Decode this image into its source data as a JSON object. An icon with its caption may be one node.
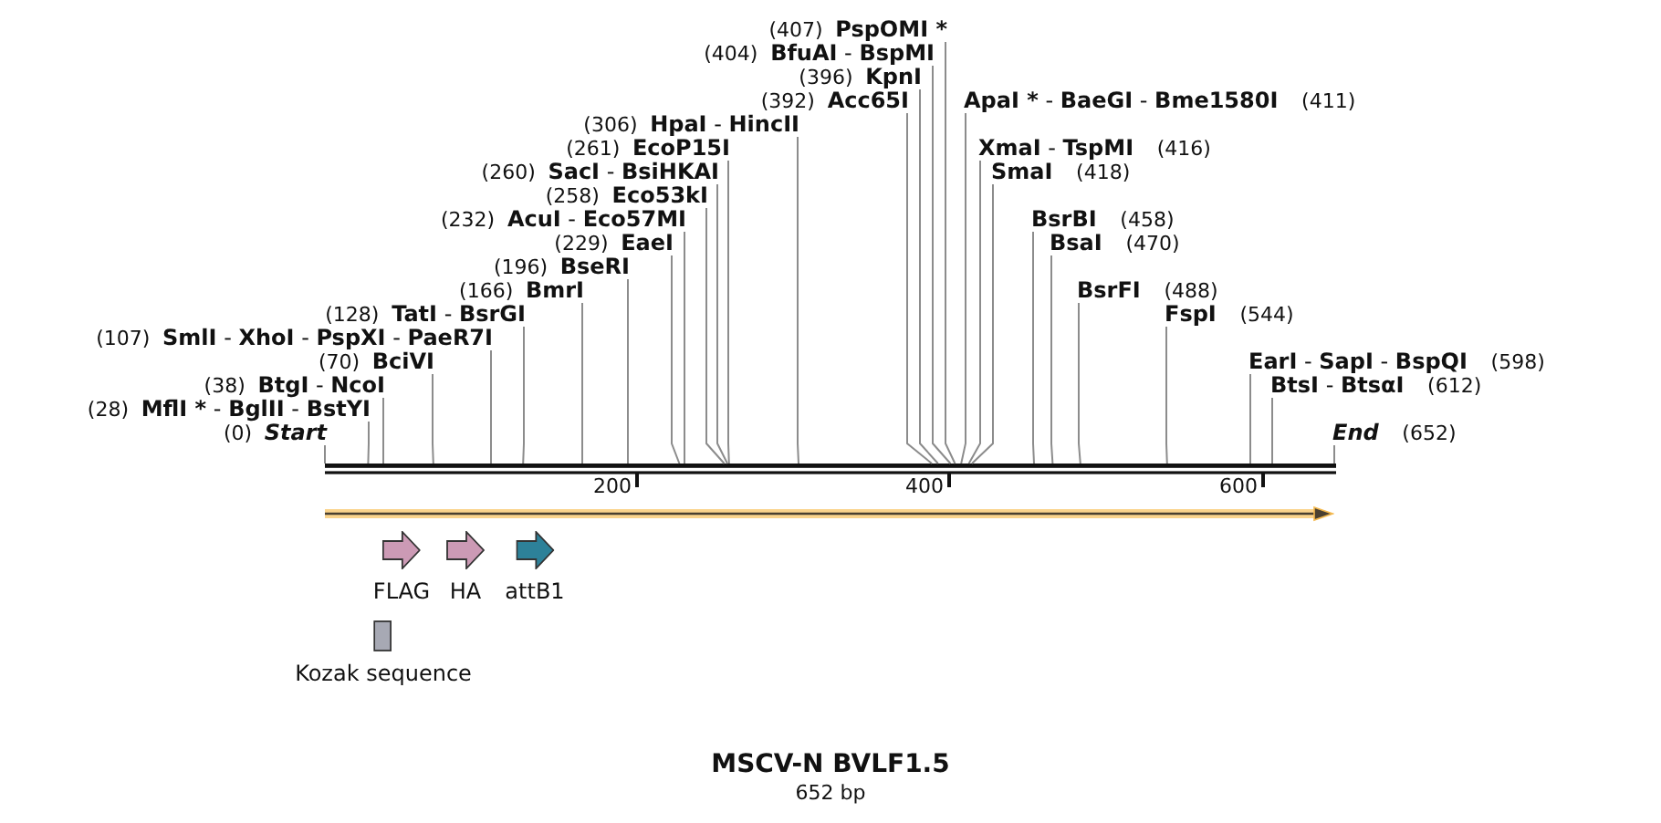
{
  "diagram": {
    "title": "MSCV-N BVLF1.5",
    "nodes": [
      {
        "text": [
          "(232)",
          "AcuI - Eco57MI"
        ]
      },
      {
        "text": [
          "(229)",
          "EaeI"
        ]
      },
      {
        "text": [
          "ApaI * - BaeGI - Bme1580I",
          "(411)"
        ]
      },
      {
        "text": [
          "XmaI - TspMI",
          "(416)"
        ]
      },
      {
        "text": [
          "(196)",
          "BseRI"
        ]
      },
      {
        "text": [
          "SmaI",
          "(418)"
        ]
      },
      {
        "text": [
          "(166)",
          "BmrI"
        ]
      },
      {
        "text": [
          "(407)",
          "PspOMI *"
        ]
      },
      {
        "text": [
          "BsrBI",
          "(458)"
        ]
      },
      {
        "text": [
          "(128)",
          "TatI - BsrGI"
        ]
      },
      {
        "text": [
          "(404)",
          "BfuAI - BspMI"
        ]
      },
      {
        "text": [
          "BsaI",
          "(470)"
        ]
      },
      {
        "text": [
          "(396)",
          "KpnI"
        ]
      },
      {
        "text": [
          "(107)",
          "SmlI - XhoI - PspXI - PaeR7I"
        ]
      },
      {
        "text": [
          "BsrFI",
          "(488)"
        ]
      },
      {
        "text": [
          "(392)",
          "Acc65I"
        ]
      },
      {
        "text": [
          "(70)",
          "BciVI"
        ]
      },
      {
        "text": [
          "FspI",
          "(544)"
        ]
      },
      {
        "text": [
          "(306)",
          "HpaI - HincII"
        ]
      },
      {
        "text": [
          "(38)",
          "BtgI - NcoI"
        ]
      },
      {
        "text": [
          "EarI - SapI - BspQI",
          "(598)"
        ]
      },
      {
        "text": [
          "(261)",
          "EcoP15I"
        ]
      },
      {
        "text": [
          "(28)",
          "MflI * - BglII - BstYI"
        ]
      },
      {
        "text": [
          "BtsI - BtsαI",
          "(612)"
        ]
      },
      {
        "text": [
          "(260)",
          "SacI - BsiHKAI"
        ]
      },
      {
        "text": [
          "(0)",
          "Start"
        ]
      },
      {
        "text": [
          "(258)",
          "Eco53kI"
        ]
      },
      {
        "text": [
          "End",
          "(652)"
        ]
      },
      {
        "text": [],
        "shape": "bar"
      },
      {
        "text": [
          "FLAG"
        ]
      },
      {
        "text": [
          "HA"
        ]
      },
      {
        "text": [
          "attB1"
        ]
      },
      {
        "text": [
          "Kozak sequence"
        ]
      }
    ],
    "edges": [
      {
        "from": 0,
        "to": 28,
        "arrow": "none"
      },
      {
        "from": 1,
        "to": 28,
        "arrow": "none"
      },
      {
        "from": 2,
        "to": 28,
        "arrow": "none"
      },
      {
        "from": 3,
        "to": 28,
        "arrow": "none"
      },
      {
        "from": 4,
        "to": 28,
        "arrow": "none"
      },
      {
        "from": 5,
        "to": 28,
        "arrow": "none"
      },
      {
        "from": 6,
        "to": 28,
        "arrow": "none"
      },
      {
        "from": 7,
        "to": 28,
        "arrow": "none"
      },
      {
        "from": 8,
        "to": 28,
        "arrow": "none"
      },
      {
        "from": 9,
        "to": 28,
        "arrow": "none"
      },
      {
        "from": 10,
        "to": 28,
        "arrow": "none"
      },
      {
        "from": 11,
        "to": 28,
        "arrow": "none"
      },
      {
        "from": 12,
        "to": 28,
        "arrow": "none"
      },
      {
        "from": 13,
        "to": 28,
        "arrow": "none"
      },
      {
        "from": 14,
        "to": 28,
        "arrow": "none"
      },
      {
        "from": 15,
        "to": 28,
        "arrow": "none"
      },
      {
        "from": 16,
        "to": 28,
        "arrow": "none"
      },
      {
        "from": 17,
        "to": 28,
        "arrow": "none"
      },
      {
        "from": 18,
        "to": 28,
        "arrow": "none"
      },
      {
        "from": 19,
        "to": 28,
        "arrow": "none"
      },
      {
        "from": 20,
        "to": 28,
        "arrow": "none"
      },
      {
        "from": 21,
        "to": 28,
        "arrow": "none"
      },
      {
        "from": 22,
        "to": 28,
        "arrow": "none"
      },
      {
        "from": 23,
        "to": 28,
        "arrow": "none"
      },
      {
        "from": 24,
        "to": 28,
        "arrow": "none"
      },
      {
        "from": 25,
        "to": 28,
        "arrow": "none"
      },
      {
        "from": 26,
        "to": 28,
        "arrow": "none"
      },
      {
        "from": 27,
        "to": 28,
        "arrow": "none"
      }
    ],
    "labels": [
      "200",
      "400",
      "600",
      "652 bp"
    ]
  }
}
